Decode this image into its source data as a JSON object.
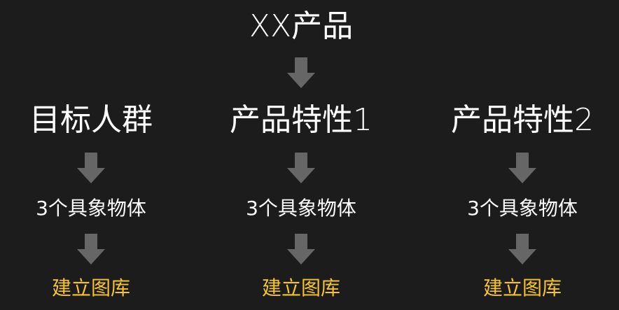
{
  "diagram": {
    "root": {
      "label": "XX产品"
    },
    "columns": [
      {
        "level1": "目标人群",
        "level2": "3个具象物体",
        "level3": "建立图库"
      },
      {
        "level1": "产品特性1",
        "level2": "3个具象物体",
        "level3": "建立图库"
      },
      {
        "level1": "产品特性2",
        "level2": "3个具象物体",
        "level3": "建立图库"
      }
    ]
  },
  "colors": {
    "background": "#1c1c1c",
    "text": "#ffffff",
    "highlight": "#f5c430",
    "arrow": "#666666"
  },
  "icons": {
    "arrow": "arrow-down-icon"
  }
}
